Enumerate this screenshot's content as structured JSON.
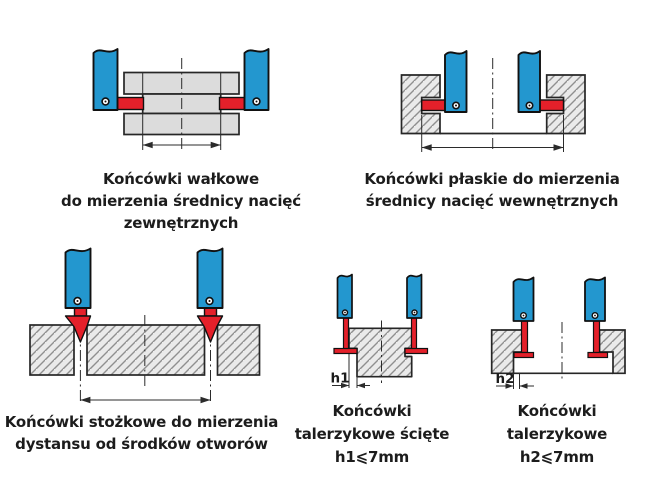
{
  "page": {
    "background": "#ffffff"
  },
  "colors": {
    "blue": "#2397CF",
    "red": "#E4202A",
    "steel_gray": "#DCDCDC",
    "hatch_bg": "#EAEAEA",
    "hatch_line": "#8F8F8F",
    "outline": "#262626",
    "thin_line": "#2B2B2B",
    "text": "#1C1C1C"
  },
  "figures": [
    {
      "id": "walkowe",
      "caption_lines": [
        "Końcówki wałkowe",
        "do mierzenia średnicy nacięć",
        "zewnętrznych"
      ]
    },
    {
      "id": "plaskie",
      "caption_lines": [
        "Końcówki płaskie do mierzenia",
        "średnicy nacięć wewnętrznych"
      ]
    },
    {
      "id": "stozkowe",
      "caption_lines": [
        "Końcówki stożkowe do mierzenia",
        "dystansu od środków otworów"
      ]
    },
    {
      "id": "talerzykowe-sciete",
      "caption_lines": [
        "Końcówki",
        "talerzykowe ścięte",
        "h1⩽7mm"
      ],
      "dim_label": "h1"
    },
    {
      "id": "talerzykowe",
      "caption_lines": [
        "Końcówki",
        "talerzykowe",
        "h2⩽7mm"
      ],
      "dim_label": "h2"
    }
  ]
}
